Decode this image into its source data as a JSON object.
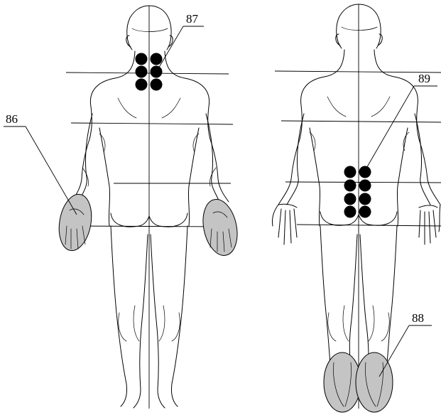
{
  "callouts": {
    "c86": "86",
    "c87": "87",
    "c88": "88",
    "c89": "89"
  },
  "figures": [
    {
      "view": "back",
      "zones": [
        "neck-dots",
        "left-hand",
        "right-hand"
      ]
    },
    {
      "view": "back",
      "zones": [
        "lower-back-dots",
        "left-heel",
        "right-heel"
      ]
    }
  ],
  "colors": {
    "zone_fill": "#c4c4c4",
    "dot_fill": "#000000",
    "line": "#000000"
  }
}
